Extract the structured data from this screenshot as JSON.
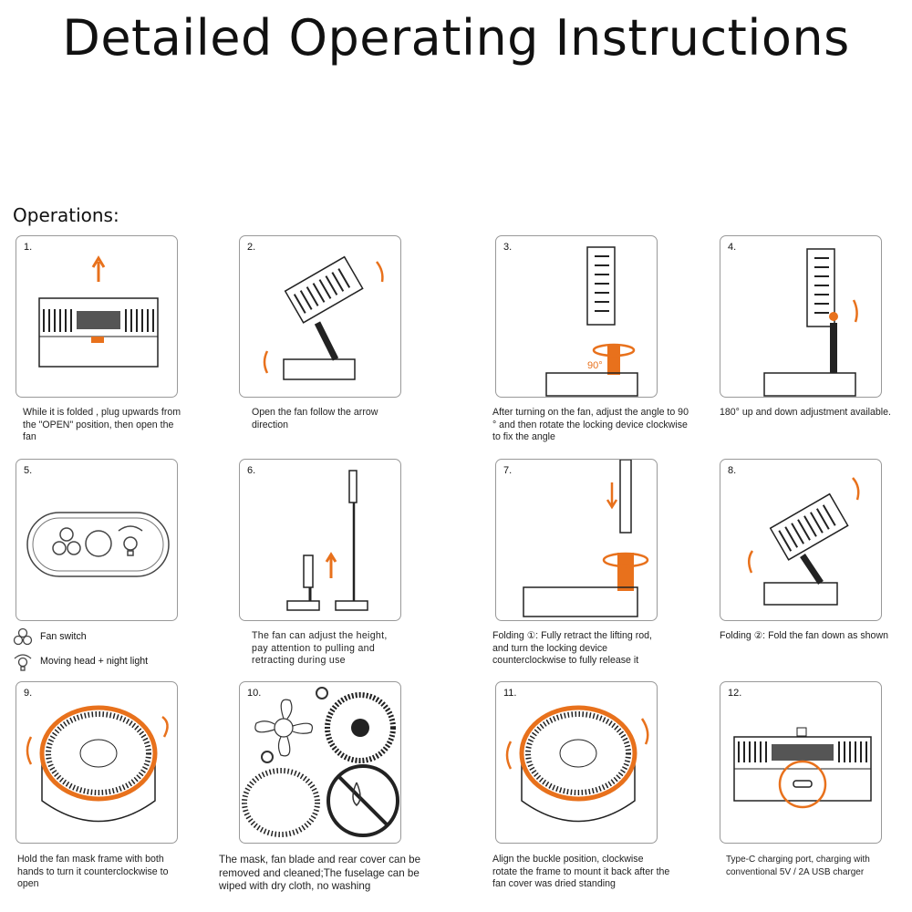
{
  "title": "Detailed Operating Instructions",
  "section": "Operations:",
  "steps": [
    {
      "num": "1.",
      "caption": "While it is folded , plug upwards from the \"OPEN\" position, then open the fan"
    },
    {
      "num": "2.",
      "caption": "Open the fan follow the arrow direction"
    },
    {
      "num": "3.",
      "caption": "After turning on the fan, adjust the angle to 90 ° and then rotate the locking device clockwise to fix the angle",
      "label": "90°"
    },
    {
      "num": "4.",
      "caption": "180° up and down adjustment available."
    },
    {
      "num": "5.",
      "caption": ""
    },
    {
      "num": "6.",
      "caption": "The fan can adjust the height, pay attention to pulling and retracting during use"
    },
    {
      "num": "7.",
      "caption": "Folding ①: Fully retract the lifting rod, and turn the locking device counterclockwise to fully release it"
    },
    {
      "num": "8.",
      "caption": "Folding ②: Fold the fan down as shown"
    },
    {
      "num": "9.",
      "caption": "Hold the fan mask frame with both hands to turn it counterclockwise to open"
    },
    {
      "num": "10.",
      "caption": "The mask, fan blade and rear cover can be removed and cleaned;The fuselage can be wiped with dry cloth, no washing"
    },
    {
      "num": "11.",
      "caption": "Align the buckle position, clockwise rotate the frame to mount it back after the fan cover was dried standing"
    },
    {
      "num": "12.",
      "caption": "Type-C charging port, charging with conventional 5V / 2A USB charger"
    }
  ],
  "legend": [
    {
      "icon": "fan-icon",
      "label": "Fan switch"
    },
    {
      "icon": "light-bulb-icon",
      "label": "Moving head + night light"
    }
  ],
  "colors": {
    "accent": "#e8711c",
    "line": "#222222"
  }
}
